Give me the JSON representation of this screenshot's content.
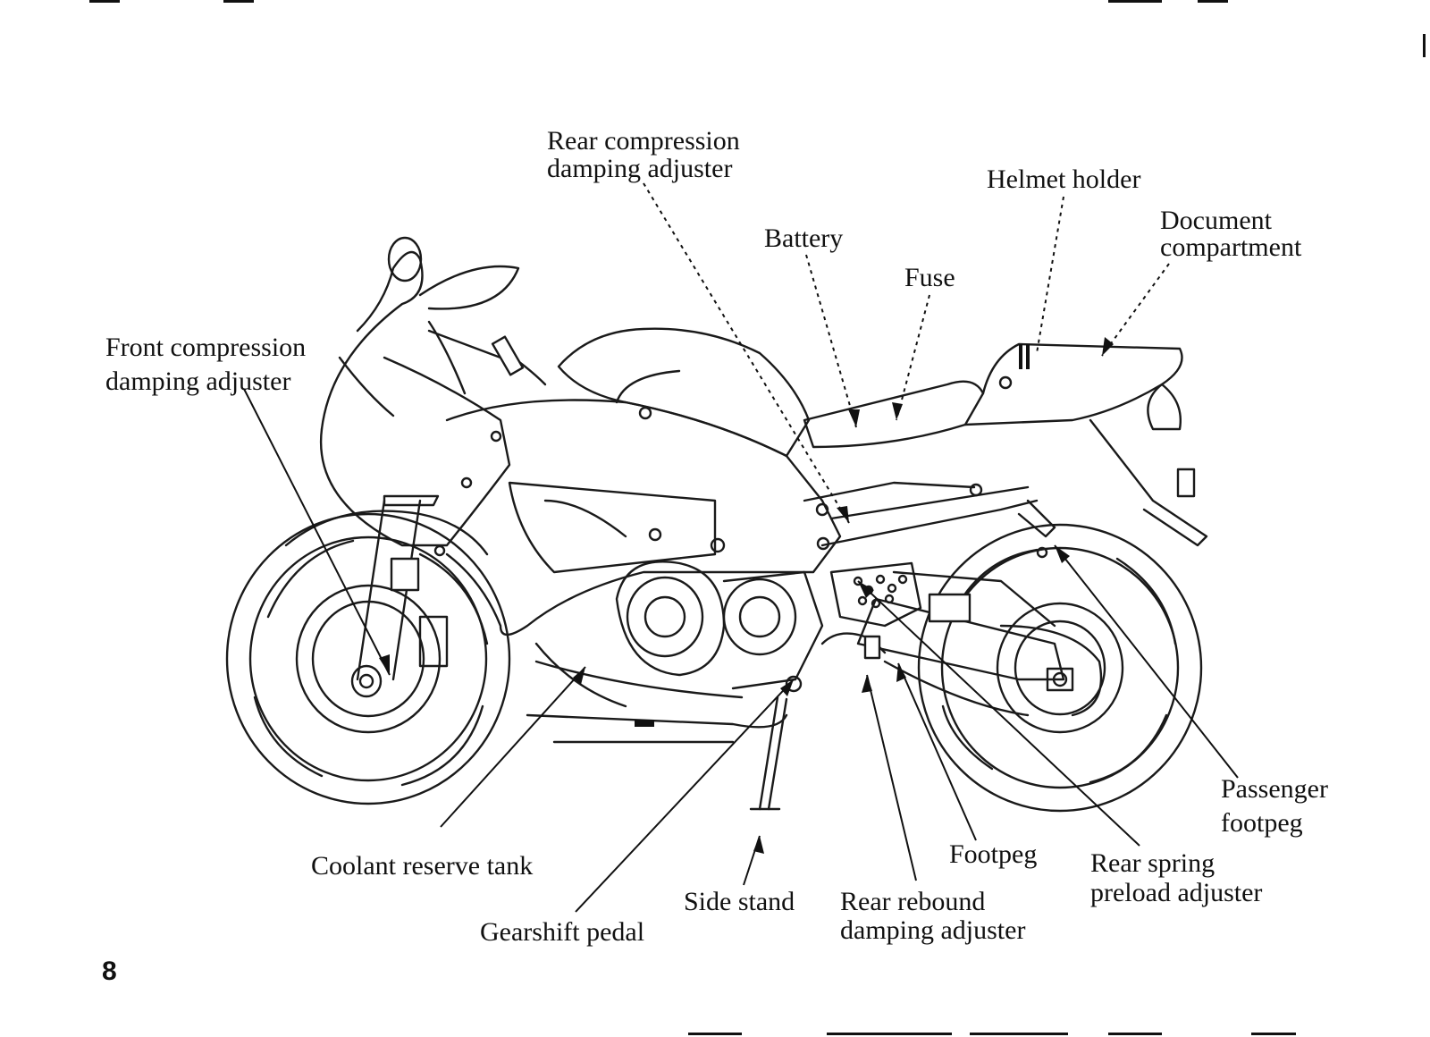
{
  "page_number": "8",
  "labels": {
    "rear_compression_1": "Rear compression",
    "rear_compression_2": "damping adjuster",
    "helmet_holder": "Helmet holder",
    "battery": "Battery",
    "document_1": "Document",
    "document_2": "compartment",
    "fuse": "Fuse",
    "front_compression_1": "Front compression",
    "front_compression_2": "damping adjuster",
    "passenger_footpeg_1": "Passenger",
    "passenger_footpeg_2": "footpeg",
    "coolant_reserve_tank": "Coolant reserve tank",
    "footpeg": "Footpeg",
    "rear_spring_1": "Rear spring",
    "rear_spring_2": "preload adjuster",
    "side_stand": "Side stand",
    "rear_rebound_1": "Rear rebound",
    "rear_rebound_2": "damping adjuster",
    "gearshift_pedal": "Gearshift pedal"
  }
}
